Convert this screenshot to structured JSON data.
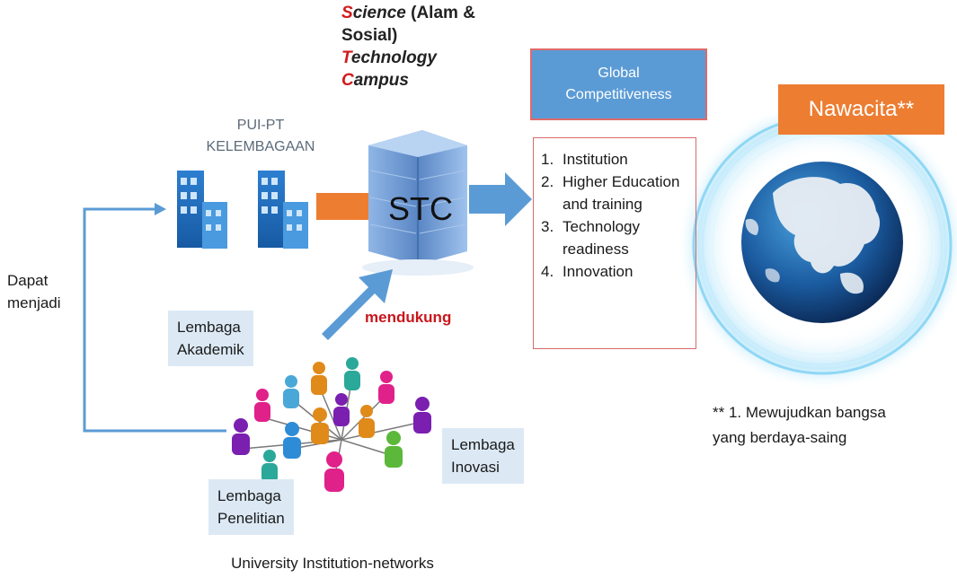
{
  "stc_expansion": {
    "line1_cap": "S",
    "line1_rest": "cience",
    "line1_plain": " (Alam &",
    "line2": "Sosial)",
    "line3_cap": "T",
    "line3_rest": "echnology",
    "line4_cap": "C",
    "line4_rest": "ampus"
  },
  "pui_label": {
    "line1": "PUI-PT",
    "line2": "KELEMBAGAAN"
  },
  "stc_label": "STC",
  "global_box": {
    "line1": "Global",
    "line2": "Competitiveness"
  },
  "nawacita": "Nawacita**",
  "pillars": [
    {
      "num": "1.",
      "text": "Institution"
    },
    {
      "num": "2.",
      "text": "Higher Education and training"
    },
    {
      "num": "3.",
      "text": "Technology readiness"
    },
    {
      "num": "4.",
      "text": "Innovation"
    }
  ],
  "dapat_menjadi": {
    "line1": "Dapat",
    "line2": "menjadi"
  },
  "mendukung": "mendukung",
  "lembaga_akademik": {
    "line1": "Lembaga",
    "line2": "Akademik"
  },
  "lembaga_inovasi": {
    "line1": "Lembaga",
    "line2": "Inovasi"
  },
  "lembaga_penelitian": {
    "line1": "Lembaga",
    "line2": "Penelitian"
  },
  "footnote": {
    "line1": "** 1. Mewujudkan bangsa",
    "line2": "yang berdaya-saing"
  },
  "network_caption": "University Institution-networks",
  "colors": {
    "accent_red": "#d01a1a",
    "arrow_blue": "#5b9bd5",
    "arrow_orange": "#ed7d31",
    "box_blue": "#5b9bd5",
    "label_bg": "#dce9f5"
  }
}
